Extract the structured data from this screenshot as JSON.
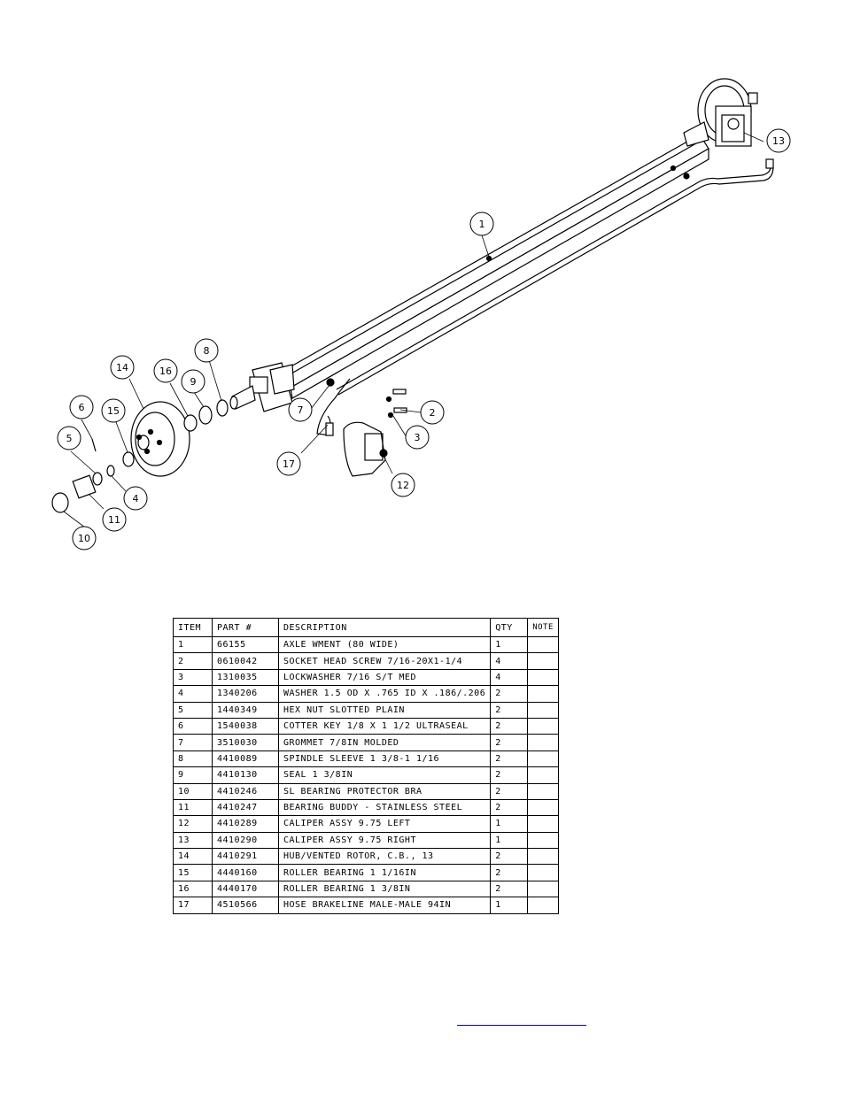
{
  "callouts": [
    "1",
    "2",
    "3",
    "4",
    "5",
    "6",
    "7",
    "8",
    "9",
    "10",
    "11",
    "12",
    "13",
    "14",
    "15",
    "16",
    "17"
  ],
  "bom": {
    "headers": [
      "ITEM",
      "PART #",
      "DESCRIPTION",
      "QTY",
      "NOTE"
    ],
    "rows": [
      [
        "1",
        "66155",
        "AXLE WMENT (80 WIDE)",
        "1",
        ""
      ],
      [
        "2",
        "0610042",
        "SOCKET HEAD SCREW 7/16-20X1-1/4",
        "4",
        ""
      ],
      [
        "3",
        "1310035",
        "LOCKWASHER 7/16 S/T MED",
        "4",
        ""
      ],
      [
        "4",
        "1340206",
        "WASHER 1.5 OD X .765 ID X .186/.206",
        "2",
        ""
      ],
      [
        "5",
        "1440349",
        "HEX NUT SLOTTED PLAIN",
        "2",
        ""
      ],
      [
        "6",
        "1540038",
        "COTTER KEY 1/8 X 1 1/2 ULTRASEAL",
        "2",
        ""
      ],
      [
        "7",
        "3510030",
        "GROMMET  7/8IN MOLDED",
        "2",
        ""
      ],
      [
        "8",
        "4410089",
        "SPINDLE SLEEVE  1 3/8-1 1/16",
        "2",
        ""
      ],
      [
        "9",
        "4410130",
        "SEAL  1 3/8IN",
        "2",
        ""
      ],
      [
        "10",
        "4410246",
        "SL BEARING PROTECTOR BRA",
        "2",
        ""
      ],
      [
        "11",
        "4410247",
        "BEARING BUDDY - STAINLESS STEEL",
        "2",
        ""
      ],
      [
        "12",
        "4410289",
        "CALIPER ASSY 9.75 LEFT",
        "1",
        ""
      ],
      [
        "13",
        "4410290",
        "CALIPER ASSY 9.75 RIGHT",
        "1",
        ""
      ],
      [
        "14",
        "4410291",
        "HUB/VENTED ROTOR, C.B.,  13",
        "2",
        ""
      ],
      [
        "15",
        "4440160",
        "ROLLER BEARING   1 1/16IN",
        "2",
        ""
      ],
      [
        "16",
        "4440170",
        "ROLLER BEARING   1 3/8IN",
        "2",
        ""
      ],
      [
        "17",
        "4510566",
        "HOSE BRAKELINE MALE-MALE 94IN",
        "1",
        ""
      ]
    ]
  }
}
